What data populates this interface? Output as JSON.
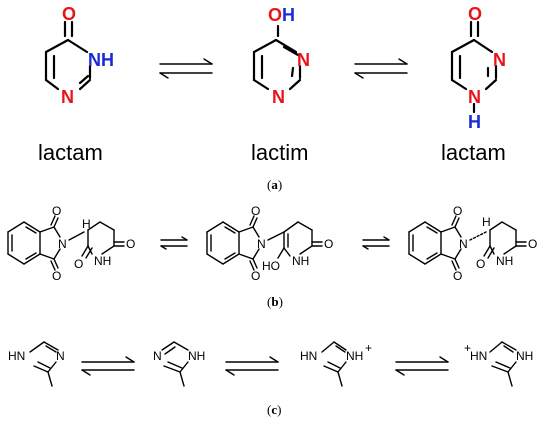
{
  "panel_a": {
    "label_open": "(",
    "label_letter": "a",
    "label_close": ")",
    "structures": [
      {
        "caption": "lactam",
        "atoms": {
          "O": "O",
          "NH": "NH",
          "N": "N"
        }
      },
      {
        "caption": "lactim",
        "atoms": {
          "OH_O": "O",
          "OH_H": "H",
          "N1": "N",
          "N2": "N"
        }
      },
      {
        "caption": "lactam",
        "atoms": {
          "O": "O",
          "N": "N",
          "NH_N": "N",
          "NH_H": "H"
        }
      }
    ]
  },
  "panel_b": {
    "label_open": "(",
    "label_letter": "b",
    "label_close": ")",
    "structures": [
      {
        "atoms": {
          "O1": "O",
          "O2": "O",
          "N": "N",
          "H": "H",
          "O3": "O",
          "O4": "O",
          "NH": "NH"
        }
      },
      {
        "atoms": {
          "O1": "O",
          "O2": "O",
          "N": "N",
          "O3": "O",
          "NH": "NH",
          "HO": "HO"
        }
      },
      {
        "atoms": {
          "O1": "O",
          "O2": "O",
          "N": "N",
          "H": "H",
          "O3": "O",
          "O4": "O",
          "NH": "NH"
        }
      }
    ]
  },
  "panel_c": {
    "label_open": "(",
    "label_letter": "c",
    "label_close": ")",
    "structures": [
      {
        "atoms": {
          "HN": "HN",
          "N": "N"
        }
      },
      {
        "atoms": {
          "N": "N",
          "NH": "NH"
        }
      },
      {
        "atoms": {
          "HN": "HN",
          "NH": "NH",
          "plus": "+"
        }
      },
      {
        "atoms": {
          "plus": "+",
          "HN": "HN",
          "NH": "NH"
        }
      }
    ]
  },
  "colors": {
    "oxygen": "#e8141a",
    "nitrogen": "#1a2bd6",
    "hydrogen": "#1a2bd6",
    "bond": "#000000",
    "text": "#000000"
  }
}
